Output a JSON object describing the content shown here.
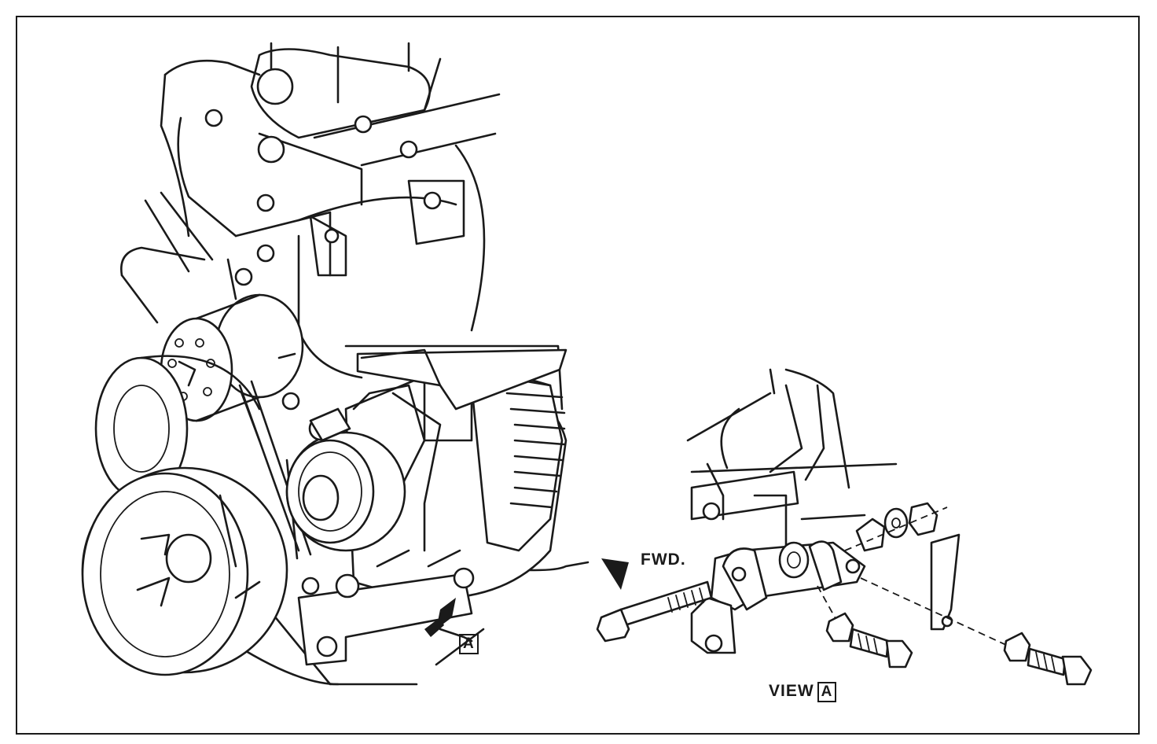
{
  "labels": {
    "fwd": "FWD.",
    "callout_a": "A",
    "view_word": "VIEW",
    "view_letter": "A"
  }
}
